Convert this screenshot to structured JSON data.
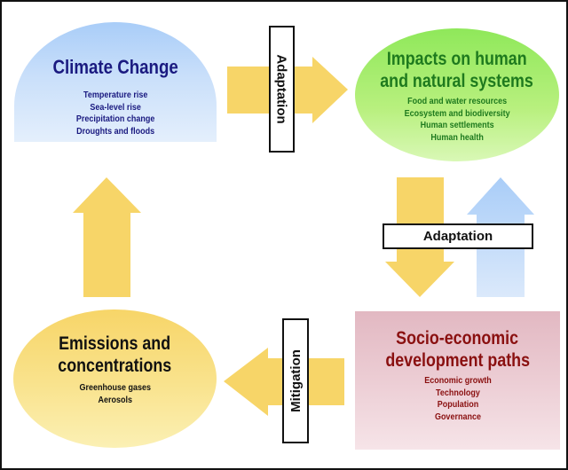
{
  "nodes": {
    "climate": {
      "title": "Climate Change",
      "items": [
        "Temperature rise",
        "Sea-level rise",
        "Precipitation change",
        "Droughts and floods"
      ]
    },
    "impacts": {
      "title_lines": [
        "Impacts on human",
        "and natural systems"
      ],
      "items": [
        "Food and water resources",
        "Ecosystem and biodiversity",
        "Human settlements",
        "Human health"
      ]
    },
    "socio": {
      "title_lines": [
        "Socio-economic",
        "development paths"
      ],
      "items": [
        "Economic growth",
        "Technology",
        "Population",
        "Governance"
      ]
    },
    "emissions": {
      "title_lines": [
        "Emissions and",
        "concentrations"
      ],
      "items": [
        "Greenhouse gases",
        "Aerosols"
      ]
    }
  },
  "labels": {
    "adaptation_top": "Adaptation",
    "adaptation_right": "Adaptation",
    "mitigation": "Mitigation"
  },
  "colors": {
    "arrow_yellow": "#f7d568",
    "arrow_blue": "#b4d4fa",
    "climate_text": "#1a1a80",
    "impacts_text": "#1e7a1e",
    "socio_text": "#8a1010",
    "emissions_text": "#111111"
  }
}
